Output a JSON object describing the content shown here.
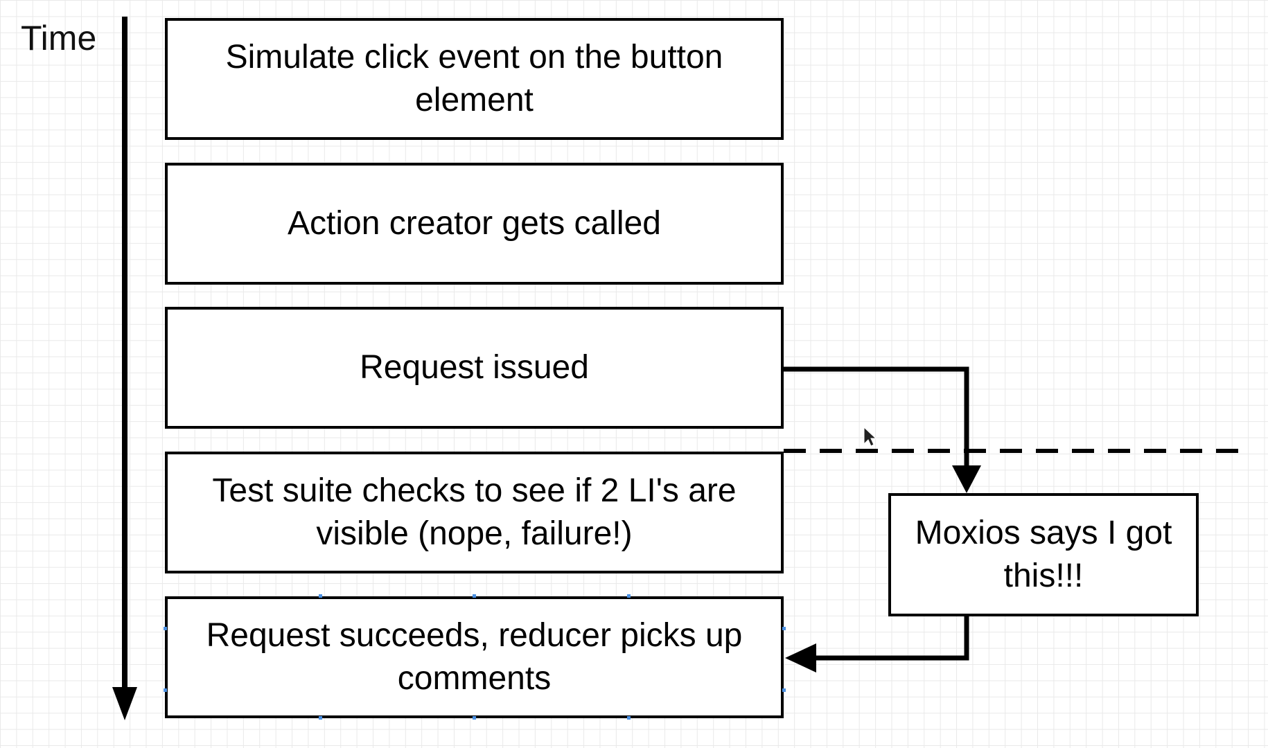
{
  "diagram": {
    "time_label": "Time",
    "steps": [
      {
        "label": "Simulate click event on the button element"
      },
      {
        "label": "Action creator gets called"
      },
      {
        "label": "Request issued"
      },
      {
        "label": "Test suite checks to see if 2 LI's are visible (nope, failure!)"
      },
      {
        "label": "Request succeeds, reducer picks up comments"
      }
    ],
    "side_box": {
      "label": "Moxios says I got this!!!"
    }
  },
  "colors": {
    "line": "#000000",
    "grid": "#e9e9e9",
    "selection_handle": "#4a90e2",
    "background": "#ffffff"
  }
}
